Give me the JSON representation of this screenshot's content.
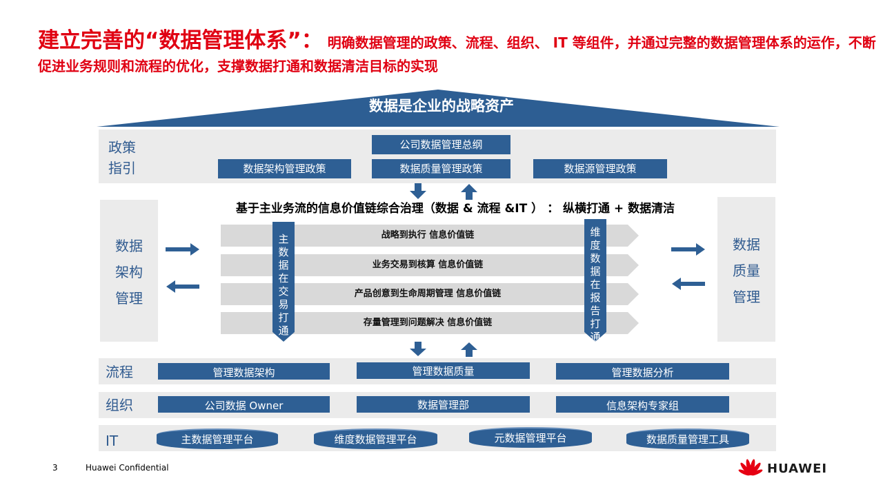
{
  "headline": {
    "lead": "建立完善的“数据管理体系”：",
    "body": "明确数据管理的政策、流程、组织、 IT 等组件，并通过完整的数据管理体系的运作，不断促进业务规则和流程的优化，支撑数据打通和数据清洁目标的实现"
  },
  "roof": {
    "title": "数据是企业的战略资产"
  },
  "policy": {
    "label_line1": "政策",
    "label_line2": "指引",
    "top_item": "公司数据管理总纲",
    "items": [
      "数据架构管理政策",
      "数据质量管理政策",
      "数据源管理政策"
    ]
  },
  "governance": {
    "title": "基于主业务流的信息价值链综合治理（数据 & 流程 &IT ）  ：  纵横打通 + 数据清洁",
    "chains": [
      "战略到执行 信息价值链",
      "业务交易到核算  信息价值链",
      "产品创意到生命周期管理 信息价值链",
      "存量管理到问题解决 信息价值链"
    ],
    "left_vertical": [
      "主",
      "数",
      "据",
      "在",
      "交",
      "易",
      "打",
      "通"
    ],
    "right_vertical": [
      "维",
      "度",
      "数",
      "据",
      "在",
      "报",
      "告",
      "打",
      "通"
    ],
    "left_side": [
      "数据",
      "架构",
      "管理"
    ],
    "right_side": [
      "数据",
      "质量",
      "管理"
    ]
  },
  "process": {
    "label": "流程",
    "items": [
      "管理数据架构",
      "管理数据质量",
      "管理数据分析"
    ]
  },
  "org": {
    "label": "组织",
    "items": [
      "公司数据 Owner",
      "数据管理部",
      "信息架构专家组"
    ]
  },
  "it": {
    "label": "IT",
    "items": [
      "主数据管理平台",
      "维度数据管理平台",
      "元数据管理平台",
      "数据质量管理工具"
    ]
  },
  "footer": {
    "page": "3",
    "confidential": "Huawei Confidential",
    "brand": "HUAWEI"
  },
  "colors": {
    "accent_red": "#e00012",
    "box_blue": "#2e5f94",
    "roof_blue": "#2d5e93",
    "band_grey": "#ebebeb",
    "chevron_grey": "#d9d9d9"
  }
}
